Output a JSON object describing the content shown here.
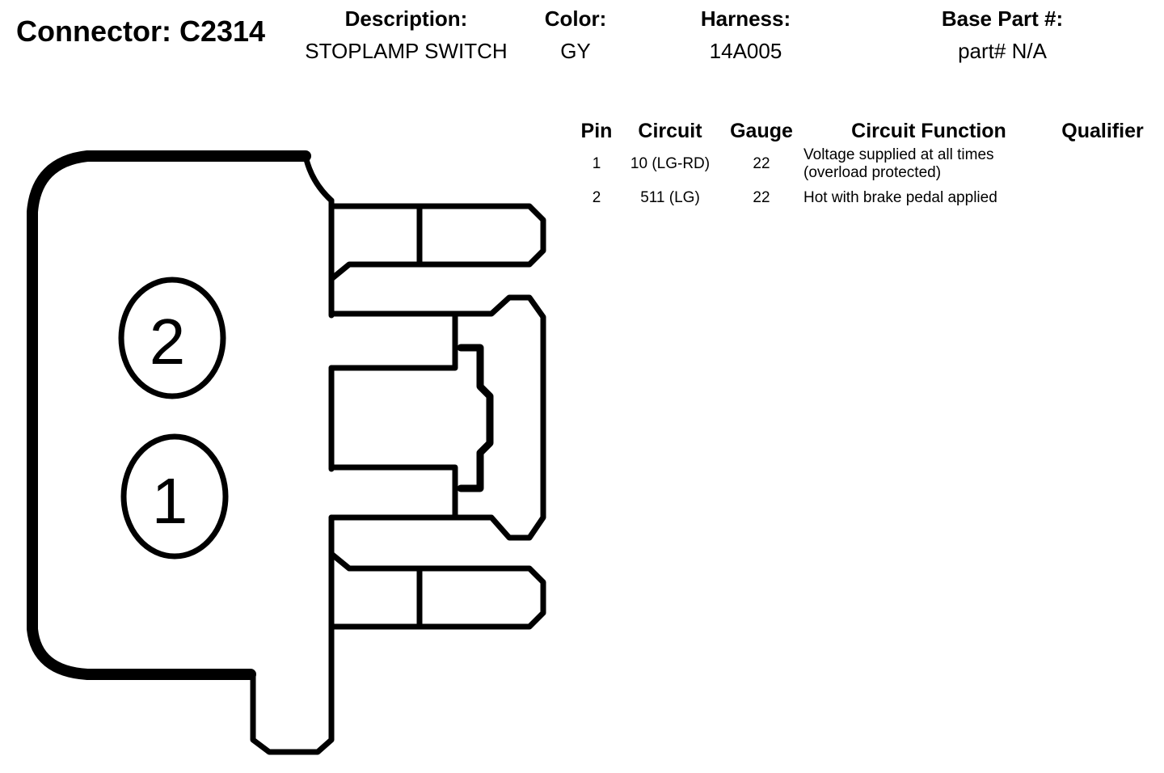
{
  "header": {
    "connector_title": "Connector: C2314",
    "description_label": "Description:",
    "description_value": "STOPLAMP SWITCH",
    "color_label": "Color:",
    "color_value": "GY",
    "harness_label": "Harness:",
    "harness_value": "14A005",
    "base_part_label": "Base Part #:",
    "base_part_value": "part# N/A"
  },
  "table": {
    "headers": {
      "pin": "Pin",
      "circuit": "Circuit",
      "gauge": "Gauge",
      "function": "Circuit Function",
      "qualifier": "Qualifier"
    },
    "rows": [
      {
        "pin": "1",
        "circuit": "10 (LG-RD)",
        "gauge": "22",
        "function": "Voltage supplied at all times (overload protected)",
        "qualifier": ""
      },
      {
        "pin": "2",
        "circuit": "511 (LG)",
        "gauge": "22",
        "function": "Hot with brake pedal applied",
        "qualifier": ""
      }
    ]
  },
  "diagram": {
    "pin_labels": [
      "2",
      "1"
    ]
  }
}
